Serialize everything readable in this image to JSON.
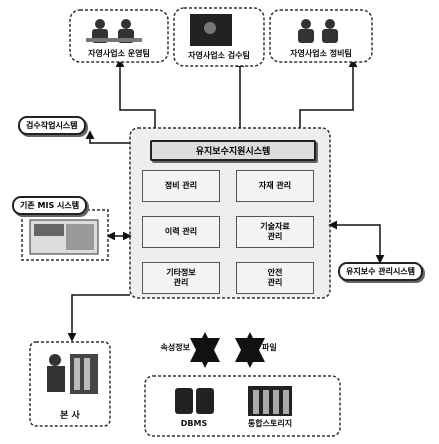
{
  "top_groups": [
    {
      "label": "자영사업소 운영팀"
    },
    {
      "label": "자영사업소 검수팀"
    },
    {
      "label": "자영사업소 정비팀"
    }
  ],
  "inspection_system": "검수작업시스템",
  "legacy_mis": "기존 MIS 시스템",
  "central_title": "유지보수지원시스템",
  "modules": [
    "정비 관리",
    "자재 관리",
    "이력 관리",
    "기술자료\n관리",
    "기타정보\n관리",
    "안전\n관리"
  ],
  "mgmt_system": "유지보수 관리시스템",
  "hq_label": "본 사",
  "flow_labels": [
    "속성정보",
    "파일"
  ],
  "storage": [
    "DBMS",
    "통합스토리지"
  ]
}
